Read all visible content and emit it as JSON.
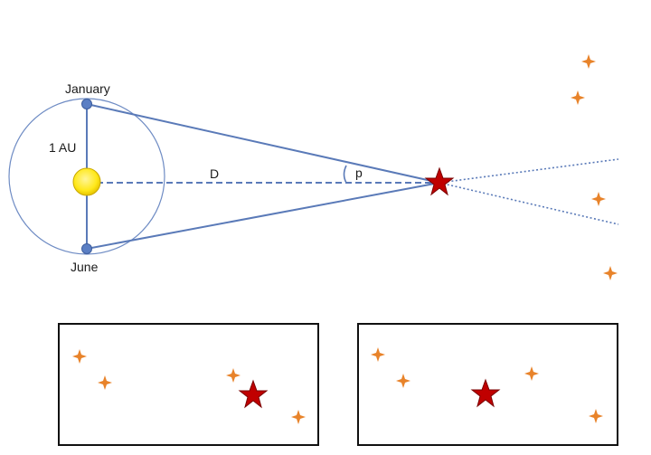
{
  "labels": {
    "january": "January",
    "june": "June",
    "au": "1 AU",
    "distance": "D",
    "parallax": "p"
  },
  "colors": {
    "line": "#5a7ab8",
    "orbit": "#6f8cc4",
    "sun_fill": "#ffe81a",
    "sun_stroke": "#c9a800",
    "target_star": "#c00000",
    "bg_star": "#e8832a",
    "frame": "#111111"
  },
  "icons": {
    "sun": "sun-icon",
    "target_star": "star-icon",
    "background_star": "sparkle-star-icon"
  }
}
